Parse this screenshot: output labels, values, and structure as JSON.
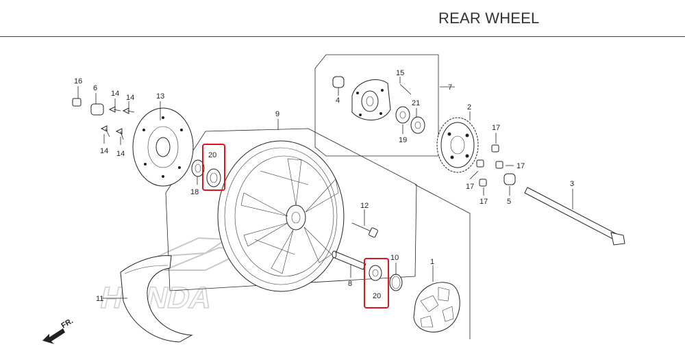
{
  "header": {
    "title": "REAR WHEEL"
  },
  "orientation": {
    "label": "FR."
  },
  "callouts": {
    "c1": "1",
    "c2": "2",
    "c3": "3",
    "c4": "4",
    "c5": "5",
    "c6": "6",
    "c7": "7",
    "c8": "8",
    "c9": "9",
    "c10": "10",
    "c11": "11",
    "c12": "12",
    "c13": "13",
    "c14a": "14",
    "c14b": "14",
    "c14c": "14",
    "c14d": "14",
    "c15": "15",
    "c16": "16",
    "c17a": "17",
    "c17b": "17",
    "c17c": "17",
    "c17d": "17",
    "c18": "18",
    "c19": "19",
    "c20a": "20",
    "c20b": "20",
    "c21": "21"
  },
  "highlight": {
    "color": "#e0141e"
  },
  "watermark_logo": "HONDA"
}
